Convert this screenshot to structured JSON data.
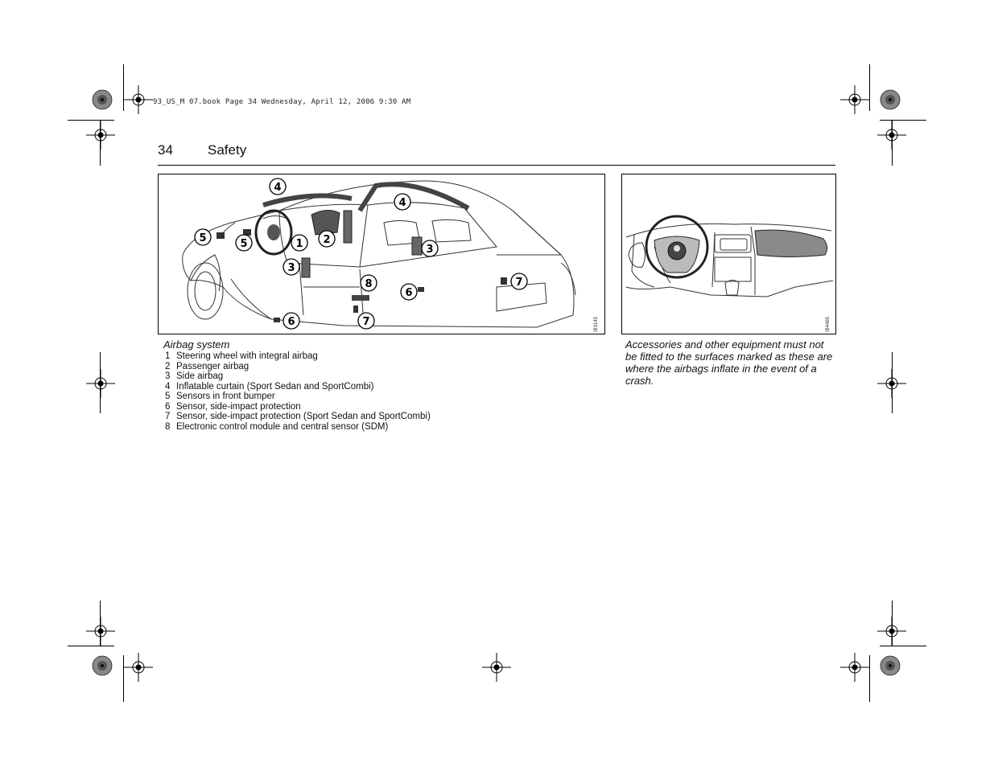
{
  "print_line": "93_US_M 07.book Page 34 Wednesday, April 12, 2006 9:30 AM",
  "header": {
    "page_number": "34",
    "section": "Safety"
  },
  "figure1": {
    "id": "IB3145",
    "callouts": [
      "1",
      "2",
      "3",
      "3",
      "4",
      "4",
      "5",
      "5",
      "6",
      "6",
      "7",
      "7",
      "8"
    ],
    "caption": "Airbag system",
    "items": [
      {
        "num": "1",
        "text": "Steering wheel with integral airbag"
      },
      {
        "num": "2",
        "text": "Passenger airbag"
      },
      {
        "num": "3",
        "text": "Side airbag"
      },
      {
        "num": "4",
        "text": "Inflatable curtain (Sport Sedan and SportCombi)"
      },
      {
        "num": "5",
        "text": "Sensors in front bumper"
      },
      {
        "num": "6",
        "text": "Sensor, side-impact protection"
      },
      {
        "num": "7",
        "text": "Sensor, side-impact protection (Sport Sedan and SportCombi)"
      },
      {
        "num": "8",
        "text": "Electronic control module and central sensor (SDM)"
      }
    ]
  },
  "figure2": {
    "id": "IB4465",
    "note": "Accessories and other equipment must not be fitted to the surfaces marked as these are where the airbags inflate in the event of a crash."
  }
}
